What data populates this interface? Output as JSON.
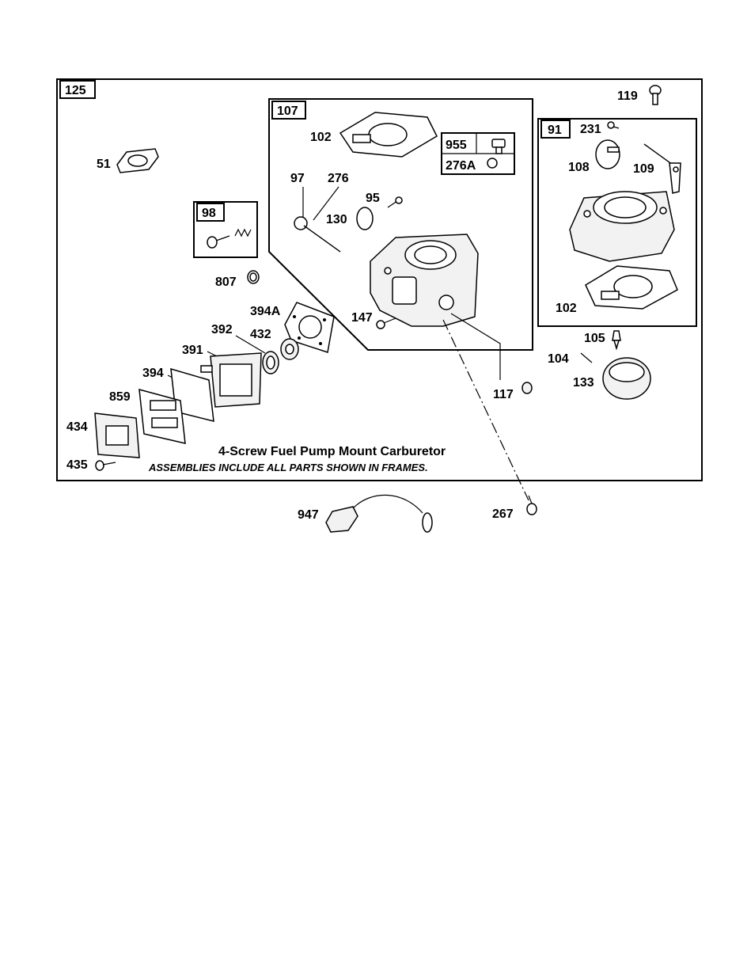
{
  "frames": {
    "main": "125",
    "carburetor_kit": "107",
    "fuel_pump_screws": "98",
    "throttle_kit": "91",
    "screw_kit": "955",
    "screw_kit_sub": "276A"
  },
  "labels": {
    "p51": "51",
    "p807": "807",
    "p394A": "394A",
    "p392": "392",
    "p432": "432",
    "p391": "391",
    "p394": "394",
    "p859": "859",
    "p434": "434",
    "p435": "435",
    "p102a": "102",
    "p97": "97",
    "p276": "276",
    "p95": "95",
    "p130": "130",
    "p147": "147",
    "p119": "119",
    "p231": "231",
    "p108": "108",
    "p109": "109",
    "p102b": "102",
    "p105": "105",
    "p104": "104",
    "p133": "133",
    "p117": "117",
    "p947": "947",
    "p267": "267"
  },
  "caption": {
    "title": "4-Screw Fuel Pump Mount Carburetor",
    "note": "ASSEMBLIES INCLUDE ALL PARTS SHOWN IN FRAMES."
  }
}
